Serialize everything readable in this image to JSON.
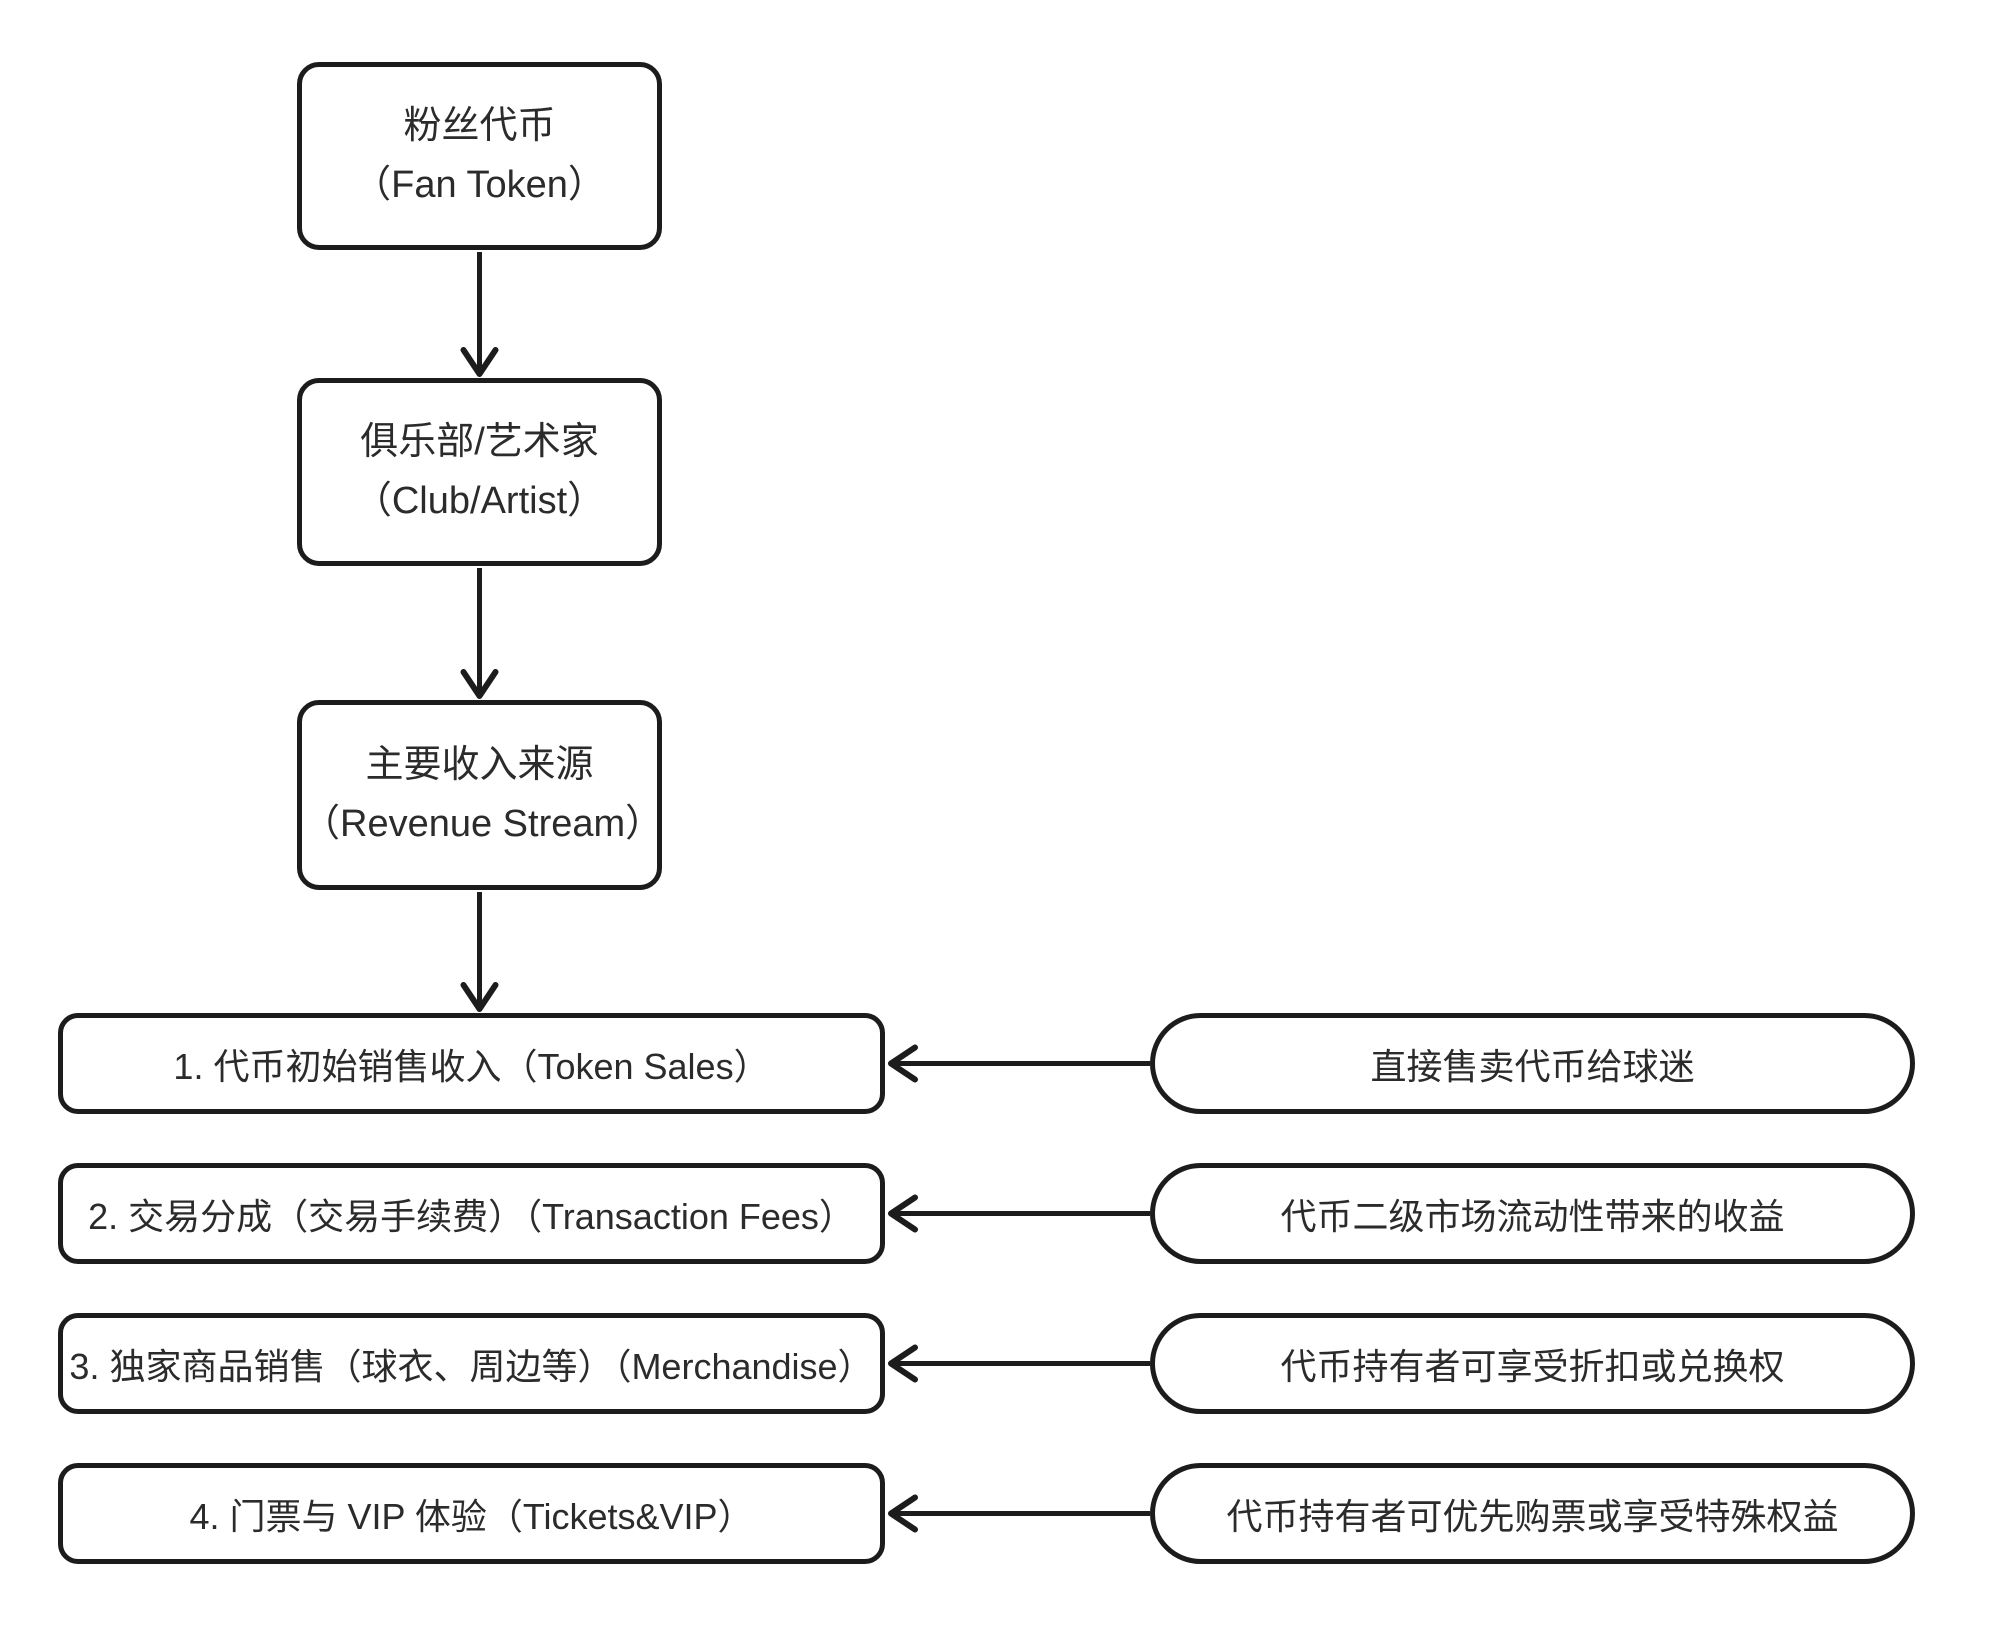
{
  "flow": {
    "top_nodes": [
      {
        "id": "fan-token",
        "line1": "粉丝代币",
        "line2": "（Fan Token）"
      },
      {
        "id": "club-artist",
        "line1": "俱乐部/艺术家",
        "line2": "（Club/Artist）"
      },
      {
        "id": "revenue-stream",
        "line1": "主要收入来源",
        "line2": "（Revenue Stream）"
      }
    ],
    "revenue_rows": [
      {
        "item": "1. 代币初始销售收入（Token Sales）",
        "source_note": "直接售卖代币给球迷"
      },
      {
        "item": "2. 交易分成（交易手续费）（Transaction Fees）",
        "source_note": "代币二级市场流动性带来的收益"
      },
      {
        "item": "3. 独家商品销售（球衣、周边等）（Merchandise）",
        "source_note": "代币持有者可享受折扣或兑换权"
      },
      {
        "item": "4. 门票与 VIP 体验（Tickets&VIP）",
        "source_note": "代币持有者可优先购票或享受特殊权益"
      }
    ],
    "colors": {
      "stroke": "#1c1c1c",
      "text": "#2b2b2b",
      "background": "#ffffff"
    }
  }
}
